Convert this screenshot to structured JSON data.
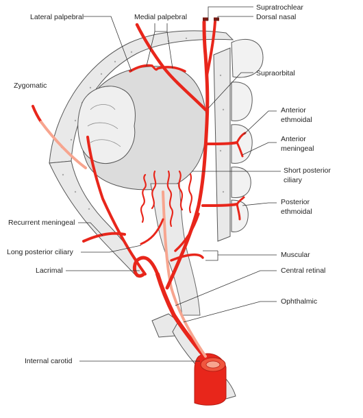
{
  "labels": {
    "lateral_palpebral": "Lateral palpebral",
    "medial_palpebral": "Medial palpebral",
    "supratrochlear": "Supratrochlear",
    "dorsal_nasal": "Dorsal nasal",
    "zygomatic": "Zygomatic",
    "supraorbital": "Supraorbital",
    "anterior_ethmoidal_1": "Anterior",
    "anterior_ethmoidal_2": "ethmoidal",
    "anterior_meningeal_1": "Anterior",
    "anterior_meningeal_2": "meningeal",
    "short_posterior_ciliary_1": "Short posterior",
    "short_posterior_ciliary_2": "ciliary",
    "posterior_ethmoidal_1": "Posterior",
    "posterior_ethmoidal_2": "ethmoidal",
    "recurrent_meningeal": "Recurrent meningeal",
    "long_posterior_ciliary": "Long posterior ciliary",
    "muscular": "Muscular",
    "lacrimal": "Lacrimal",
    "central_retinal": "Central retinal",
    "ophthalmic": "Ophthalmic",
    "internal_carotid": "Internal carotid"
  },
  "colors": {
    "artery": "#e8261b",
    "artery_light": "#f7a58f",
    "bone": "#e9e9e9",
    "globe": "#dcdcdc",
    "outline": "#555555",
    "label_text": "#222222"
  }
}
